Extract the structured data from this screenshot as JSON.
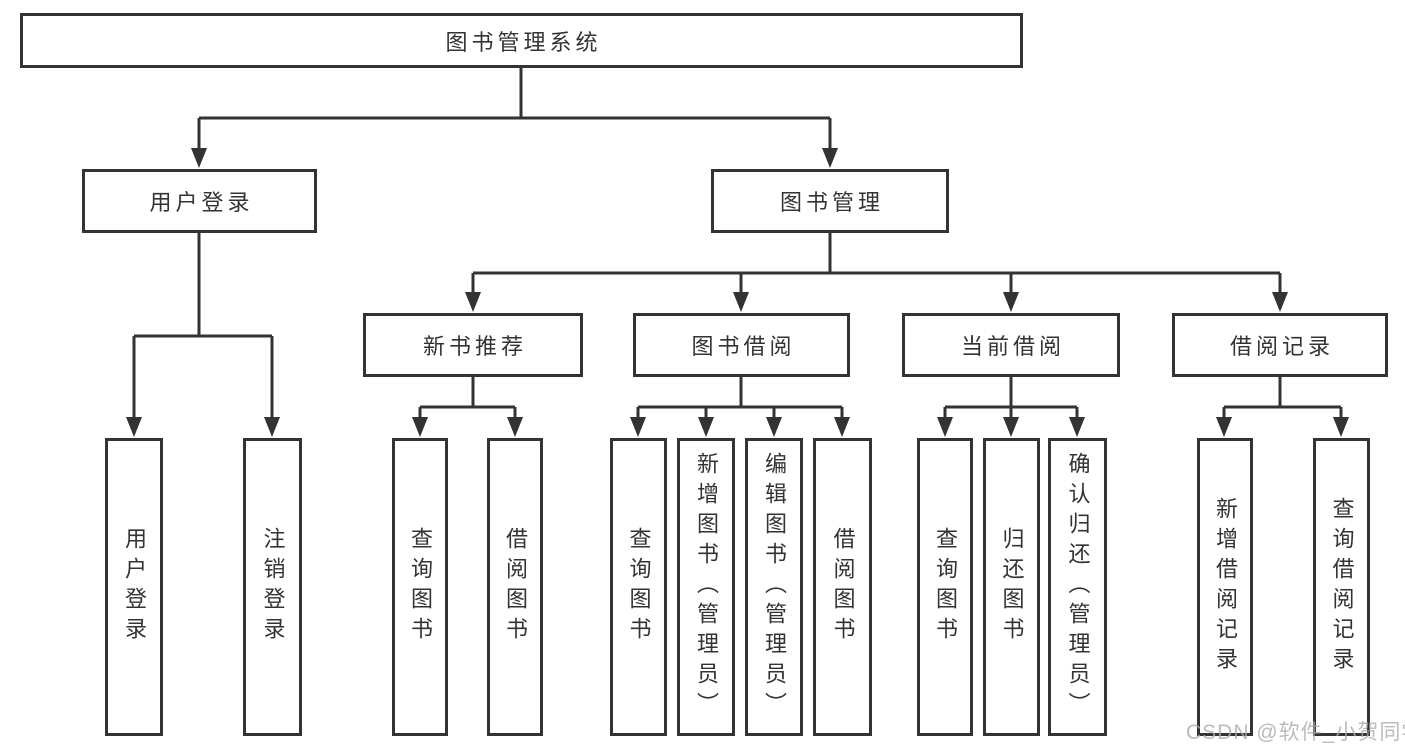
{
  "diagram": {
    "type": "hierarchy-tree",
    "title": "图书管理系统",
    "colors": {
      "background": "#ffffff",
      "line": "#333333",
      "box_border": "#333333",
      "box_fill": "#ffffff",
      "text": "#333333",
      "watermark_text_color": "#aaaaaa"
    },
    "nodes": {
      "root": "图书管理系统",
      "level2": [
        "用户登录",
        "图书管理"
      ],
      "level3": [
        "新书推荐",
        "图书借阅",
        "当前借阅",
        "借阅记录"
      ],
      "leaves": {
        "user_login": [
          "用户登录",
          "注销登录"
        ],
        "new_book": [
          "查询图书",
          "借阅图书"
        ],
        "borrow": [
          "查询图书",
          "新增图书（管理员）",
          "编辑图书（管理员）",
          "借阅图书"
        ],
        "current": [
          "查询图书",
          "归还图书",
          "确认归还（管理员）"
        ],
        "records": [
          "新增借阅记录",
          "查询借阅记录"
        ]
      }
    },
    "edges": [
      {
        "from": "图书管理系统",
        "to": "用户登录"
      },
      {
        "from": "图书管理系统",
        "to": "图书管理"
      },
      {
        "from": "用户登录",
        "to": "用户登录"
      },
      {
        "from": "用户登录",
        "to": "注销登录"
      },
      {
        "from": "图书管理",
        "to": "新书推荐"
      },
      {
        "from": "图书管理",
        "to": "图书借阅"
      },
      {
        "from": "图书管理",
        "to": "当前借阅"
      },
      {
        "from": "图书管理",
        "to": "借阅记录"
      },
      {
        "from": "新书推荐",
        "to": "查询图书"
      },
      {
        "from": "新书推荐",
        "to": "借阅图书"
      },
      {
        "from": "图书借阅",
        "to": "查询图书"
      },
      {
        "from": "图书借阅",
        "to": "新增图书（管理员）"
      },
      {
        "from": "图书借阅",
        "to": "编辑图书（管理员）"
      },
      {
        "from": "图书借阅",
        "to": "借阅图书"
      },
      {
        "from": "当前借阅",
        "to": "查询图书"
      },
      {
        "from": "当前借阅",
        "to": "归还图书"
      },
      {
        "from": "当前借阅",
        "to": "确认归还（管理员）"
      },
      {
        "from": "借阅记录",
        "to": "新增借阅记录"
      },
      {
        "from": "借阅记录",
        "to": "查询借阅记录"
      }
    ]
  },
  "watermark": "CSDN @软件_小贺同学"
}
